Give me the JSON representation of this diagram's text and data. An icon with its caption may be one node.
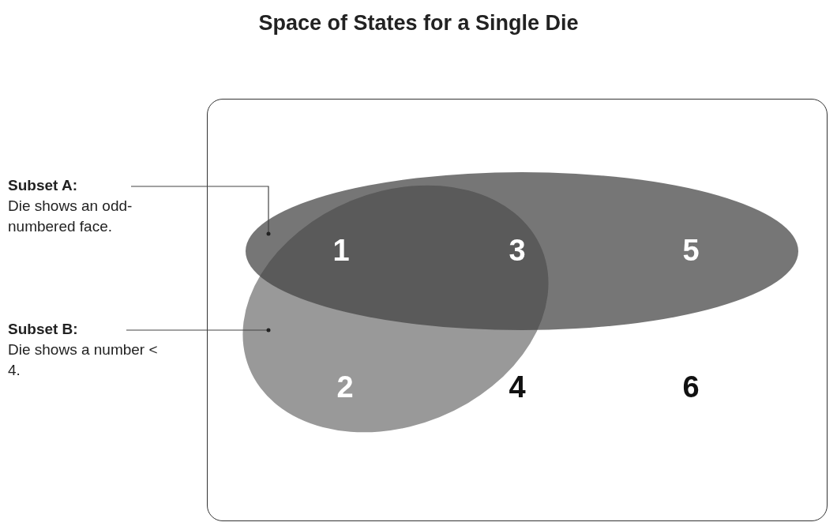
{
  "diagram": {
    "title": "Space of States for a Single Die",
    "nodes": [
      {
        "text": [],
        "shape": "box"
      },
      {
        "text": [],
        "shape": "ellipse",
        "in": 0
      },
      {
        "text": [],
        "shape": "ellipse",
        "in": 0
      },
      {
        "text": [
          "Subset A:",
          "Die shows an odd-numbered face."
        ]
      },
      {
        "text": [
          "Subset B:",
          "Die shows a number < 4."
        ]
      }
    ],
    "edges": [
      {
        "from": 3,
        "to": 1,
        "arrow": "other"
      },
      {
        "from": 4,
        "to": 2,
        "arrow": "other"
      }
    ],
    "labels": [
      "1",
      "3",
      "5",
      "2",
      "4",
      "6"
    ]
  }
}
